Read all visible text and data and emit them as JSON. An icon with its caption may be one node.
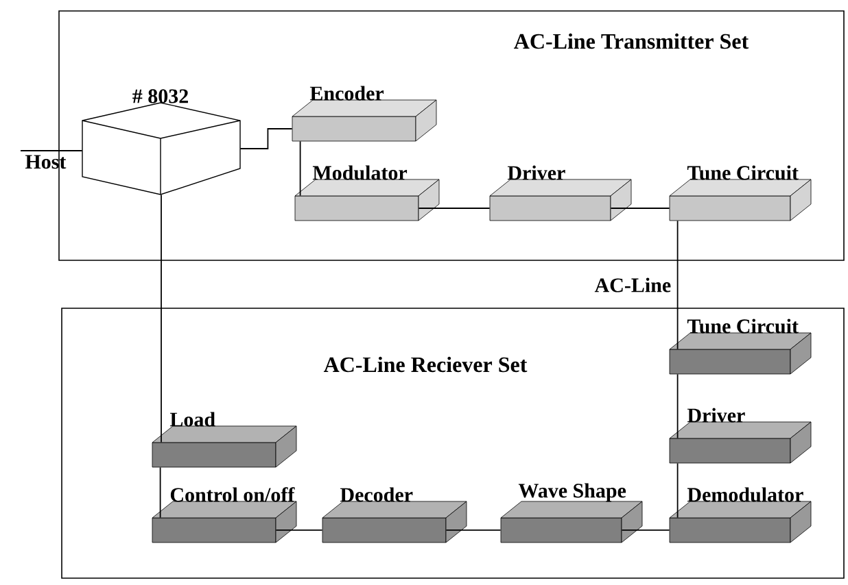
{
  "diagram": {
    "nodes": [
      {
        "text": [
          "AC-Line Transmitter Set"
        ]
      },
      {
        "text": [
          "Host"
        ]
      },
      {
        "text": [
          "# 8032"
        ],
        "in": 0
      },
      {
        "text": [
          "Encoder"
        ],
        "in": 0
      },
      {
        "text": [
          "Modulator"
        ],
        "in": 0
      },
      {
        "text": [
          "Driver"
        ],
        "in": 0
      },
      {
        "text": [
          "Tune Circuit"
        ],
        "in": 0
      },
      {
        "text": [
          "AC-Line Reciever Set"
        ]
      },
      {
        "text": [
          "Tune Circuit"
        ],
        "in": 7
      },
      {
        "text": [
          "Driver"
        ],
        "in": 7
      },
      {
        "text": [
          "Demodulator"
        ],
        "in": 7
      },
      {
        "text": [
          "Wave Shape"
        ],
        "in": 7
      },
      {
        "text": [
          "Decoder"
        ],
        "in": 7
      },
      {
        "text": [
          "Control on/off"
        ],
        "in": 7
      },
      {
        "text": [
          "Load"
        ],
        "in": 7
      }
    ],
    "edges": [
      {
        "from": 1,
        "to": 2,
        "arrow": "none"
      },
      {
        "from": 2,
        "to": 3,
        "arrow": "none"
      },
      {
        "from": 3,
        "to": 4,
        "arrow": "none"
      },
      {
        "from": 4,
        "to": 5,
        "arrow": "none"
      },
      {
        "from": 5,
        "to": 6,
        "arrow": "none"
      },
      {
        "from": 6,
        "to": 8,
        "arrow": "none",
        "label": "AC-Line"
      },
      {
        "from": 8,
        "to": 9,
        "arrow": "none"
      },
      {
        "from": 9,
        "to": 10,
        "arrow": "none"
      },
      {
        "from": 10,
        "to": 11,
        "arrow": "none"
      },
      {
        "from": 11,
        "to": 12,
        "arrow": "none"
      },
      {
        "from": 12,
        "to": 13,
        "arrow": "none"
      },
      {
        "from": 2,
        "to": 14,
        "arrow": "none"
      },
      {
        "from": 14,
        "to": 13,
        "arrow": "none"
      }
    ]
  }
}
